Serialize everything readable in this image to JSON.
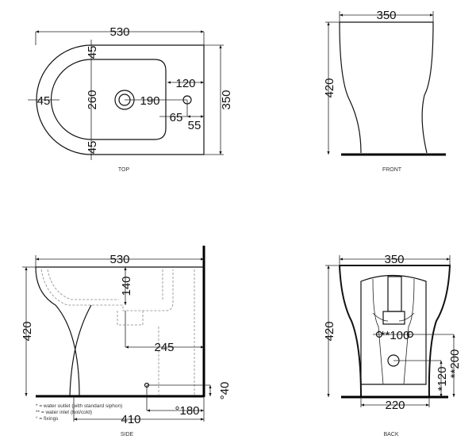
{
  "views": {
    "top": {
      "caption": "TOP",
      "dims": {
        "width": "530",
        "depth": "350",
        "rim_top": "45",
        "basin": "260",
        "rim_bottom": "45",
        "rim_front": "45",
        "tap_to_back": "120",
        "outlet": "190",
        "tap_offset_a": "65",
        "tap_offset_b": "55"
      }
    },
    "front": {
      "caption": "FRONT",
      "dims": {
        "width": "350",
        "height": "420"
      }
    },
    "side": {
      "caption": "SIDE",
      "dims": {
        "length": "530",
        "height": "420",
        "bowl_depth": "140",
        "outlet_to_wall": "245",
        "fixing_to_wall": "°180",
        "base": "410",
        "fixing_height": "°40"
      },
      "notes": [
        "* = water outlet (with standard siphon)",
        "** = water inlet (hot/cold)",
        "° = fixings"
      ]
    },
    "back": {
      "caption": "BACK",
      "dims": {
        "width": "350",
        "height": "420",
        "inlet_spacing": "**100",
        "inlet_height": "**200",
        "outlet_height": "*120",
        "base": "220"
      }
    }
  }
}
